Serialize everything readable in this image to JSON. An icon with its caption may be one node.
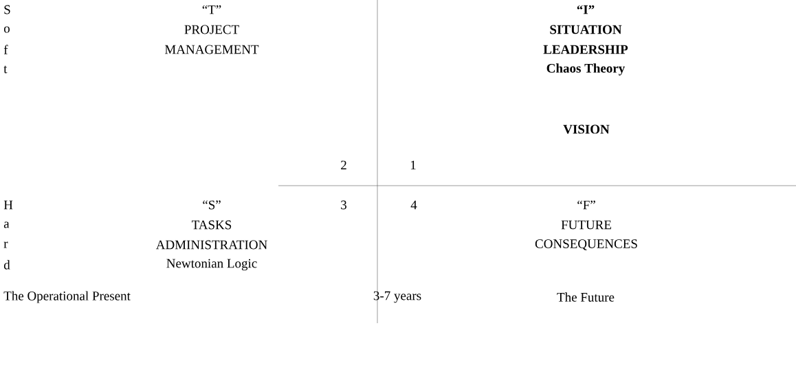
{
  "diagram": {
    "labels": [
      "S",
      "“T”",
      "“I”",
      "o",
      "PROJECT",
      "SITUATION",
      "f",
      "MANAGEMENT",
      "LEADERSHIP",
      "t",
      "Chaos Theory",
      "VISION",
      "2",
      "1",
      "H",
      "“S”",
      "3",
      "4",
      "“F”",
      "a",
      "TASKS",
      "FUTURE",
      "r",
      "ADMINISTRATION",
      "CONSEQUENCES",
      "d",
      "Newtonian Logic",
      "The Operational Present",
      "3-7 years",
      "The Future"
    ]
  }
}
